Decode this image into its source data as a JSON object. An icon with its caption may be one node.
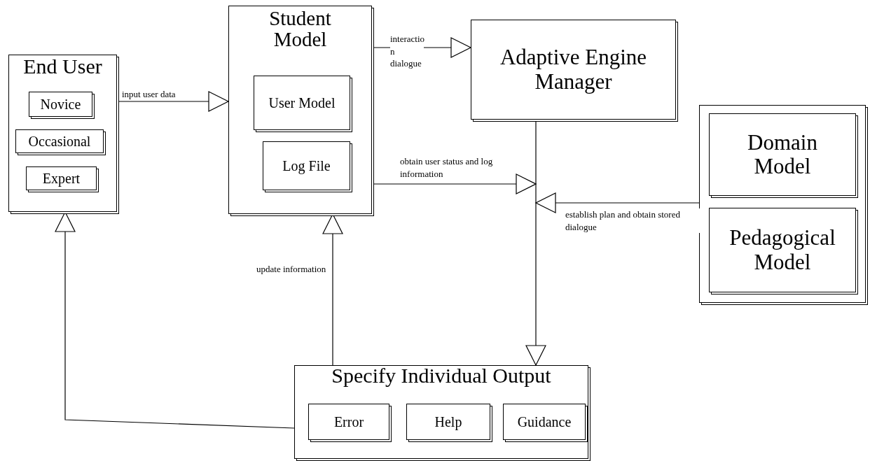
{
  "diagram": {
    "nodes": [
      {
        "text": [
          "End User"
        ]
      },
      {
        "text": [
          "Novice"
        ],
        "in": 0
      },
      {
        "text": [
          "Occasional"
        ],
        "in": 0
      },
      {
        "text": [
          "Expert"
        ],
        "in": 0
      },
      {
        "text": [
          "Student Model"
        ]
      },
      {
        "text": [
          "User Model"
        ],
        "in": 4
      },
      {
        "text": [
          "Log File"
        ],
        "in": 4
      },
      {
        "text": [
          "Adaptive Engine Manager"
        ]
      },
      {
        "text": [],
        "shape": "box"
      },
      {
        "text": [
          "Domain Model"
        ],
        "in": 8
      },
      {
        "text": [
          "Pedagogical Model"
        ],
        "in": 8
      },
      {
        "text": [
          "Specify Individual Output"
        ]
      },
      {
        "text": [
          "Error"
        ],
        "in": 11
      },
      {
        "text": [
          "Help"
        ],
        "in": 11
      },
      {
        "text": [
          "Guidance"
        ],
        "in": 11
      }
    ],
    "edges": [
      {
        "from": 0,
        "to": 4,
        "arrow": "to",
        "label": "input user data"
      },
      {
        "from": 4,
        "to": 7,
        "arrow": "to",
        "label": "interactio n dialogue"
      },
      {
        "from": 4,
        "to": null,
        "arrow": "to",
        "label": "obtain user status and log information"
      },
      {
        "from": 7,
        "to": 11,
        "arrow": "to"
      },
      {
        "from": 8,
        "to": null,
        "arrow": "to",
        "label": "establish plan and obtain stored dialogue"
      },
      {
        "from": 11,
        "to": 4,
        "arrow": "to",
        "label": "update information"
      },
      {
        "from": 11,
        "to": 0,
        "arrow": "to"
      }
    ]
  }
}
